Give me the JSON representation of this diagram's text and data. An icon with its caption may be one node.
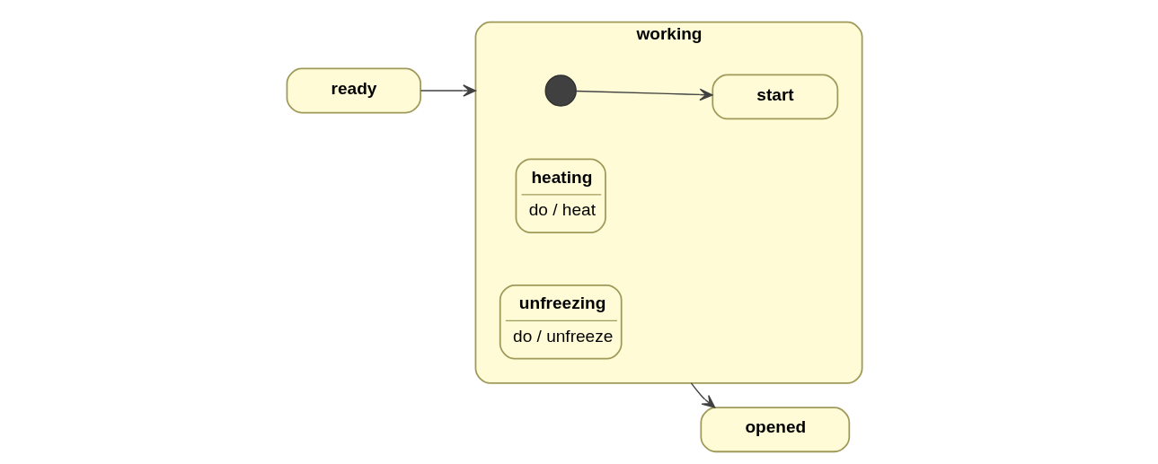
{
  "diagram": {
    "nodes": [
      {
        "text": [
          "ready"
        ]
      },
      {
        "text": [
          "working"
        ]
      },
      {
        "text": [],
        "shape": "circle",
        "in": 1
      },
      {
        "text": [
          "start"
        ],
        "in": 1
      },
      {
        "text": [
          "heating",
          "do / heat"
        ],
        "in": 1
      },
      {
        "text": [
          "unfreezing",
          "do / unfreeze"
        ],
        "in": 1
      },
      {
        "text": [
          "opened"
        ]
      }
    ],
    "edges": [
      {
        "from": 0,
        "to": 1,
        "arrow": "to"
      },
      {
        "from": 2,
        "to": 3,
        "arrow": "to"
      },
      {
        "from": 1,
        "to": 6,
        "arrow": "to"
      }
    ]
  }
}
